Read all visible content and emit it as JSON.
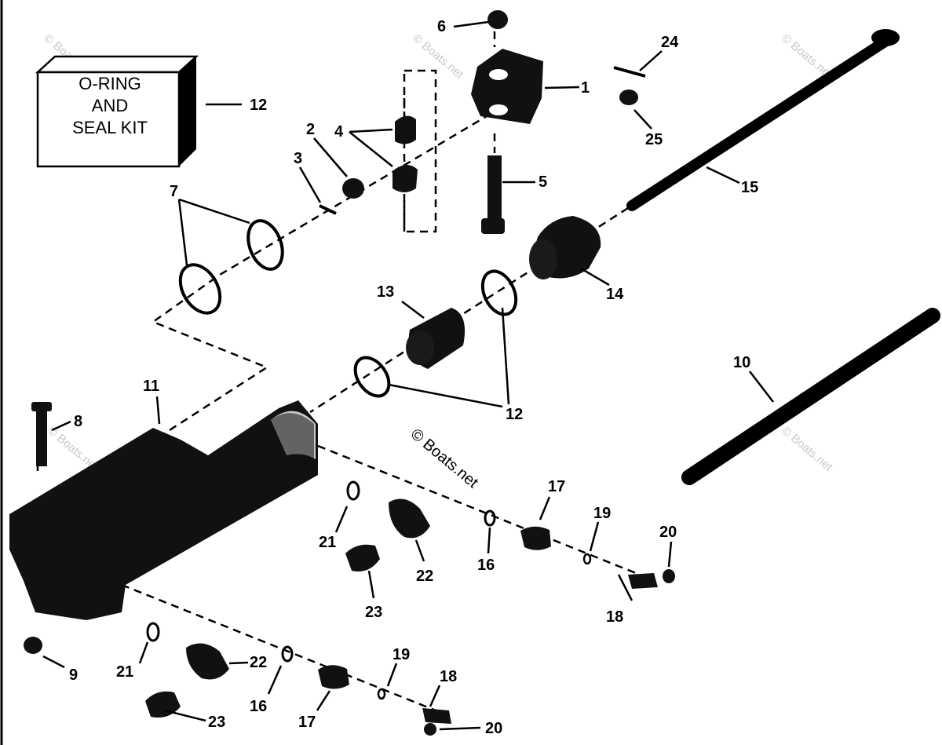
{
  "kit_box": {
    "line1": "O-RING",
    "line2": "AND",
    "line3": "SEAL KIT"
  },
  "watermarks": {
    "small": "© Boats.net",
    "center": "© Boats.net"
  },
  "callouts": {
    "c1": "1",
    "c2": "2",
    "c3": "3",
    "c4": "4",
    "c5": "5",
    "c6": "6",
    "c7": "7",
    "c8": "8",
    "c9": "9",
    "c10": "10",
    "c11": "11",
    "c12a": "12",
    "c12b": "12",
    "c13": "13",
    "c14": "14",
    "c15": "15",
    "c16a": "16",
    "c16b": "16",
    "c17a": "17",
    "c17b": "17",
    "c18a": "18",
    "c18b": "18",
    "c19a": "19",
    "c19b": "19",
    "c20a": "20",
    "c20b": "20",
    "c21a": "21",
    "c21b": "21",
    "c22a": "22",
    "c22b": "22",
    "c23a": "23",
    "c23b": "23",
    "c24": "24",
    "c25": "25"
  },
  "colors": {
    "ink": "#000000",
    "paper": "#ffffff",
    "watermark": "#c8c8c8"
  }
}
